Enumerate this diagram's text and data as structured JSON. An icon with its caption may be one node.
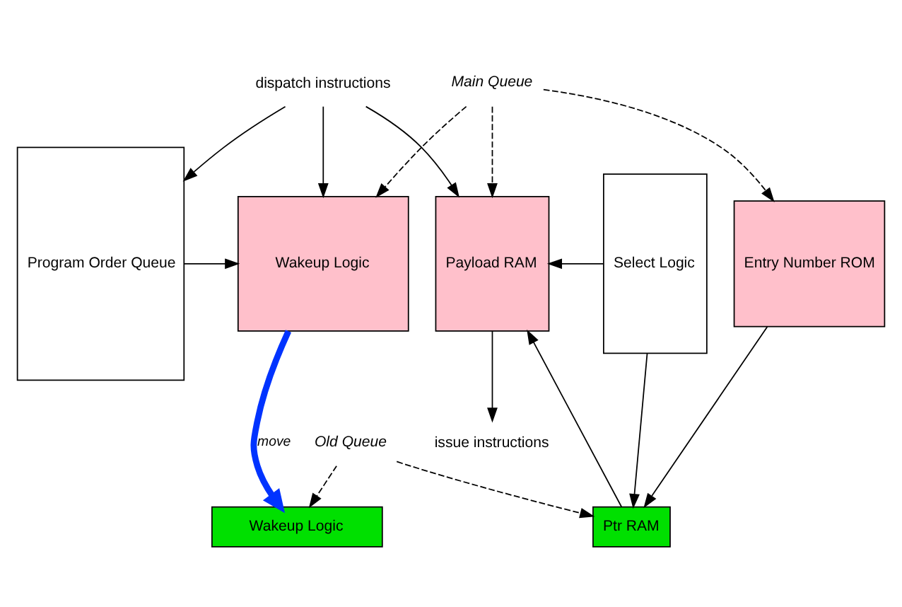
{
  "diagram": {
    "nodes": [
      {
        "text": [
          "dispatch instructions"
        ]
      },
      {
        "text": [
          "Main Queue"
        ]
      },
      {
        "text": [
          "Program Order Queue"
        ]
      },
      {
        "text": [
          "Wakeup Logic"
        ]
      },
      {
        "text": [
          "Select Logic"
        ]
      },
      {
        "text": [
          "Entry Number ROM"
        ]
      },
      {
        "text": [
          "Payload RAM"
        ]
      },
      {
        "text": [
          "Wakeup Logic"
        ]
      },
      {
        "text": [
          "Ptr RAM"
        ]
      },
      {
        "text": [
          "issue instructions"
        ]
      },
      {
        "text": [
          "Old Queue"
        ]
      }
    ],
    "edges": [
      {
        "from": 0,
        "to": 3,
        "arrow": "to"
      },
      {
        "from": 0,
        "to": 2,
        "arrow": "to"
      },
      {
        "from": 0,
        "to": 6,
        "arrow": "to"
      },
      {
        "from": 1,
        "to": 3,
        "arrow": "to",
        "style": "dashed"
      },
      {
        "from": 1,
        "to": 5,
        "arrow": "to",
        "style": "dashed"
      },
      {
        "from": 1,
        "to": 6,
        "arrow": "to",
        "style": "dashed"
      },
      {
        "from": 2,
        "to": 3,
        "arrow": "to"
      },
      {
        "from": 3,
        "to": 7,
        "arrow": "to",
        "label": "move",
        "style": "thick",
        "color": "#0033ff"
      },
      {
        "from": 4,
        "to": 6,
        "arrow": "to"
      },
      {
        "from": 4,
        "to": 8,
        "arrow": "to"
      },
      {
        "from": 5,
        "to": 8,
        "arrow": "to"
      },
      {
        "from": 8,
        "to": 6,
        "arrow": "to"
      },
      {
        "from": 6,
        "to": 9,
        "arrow": "to"
      },
      {
        "from": 10,
        "to": 7,
        "arrow": "to",
        "style": "dashed"
      },
      {
        "from": 10,
        "to": 8,
        "arrow": "to",
        "style": "dashed"
      }
    ]
  }
}
